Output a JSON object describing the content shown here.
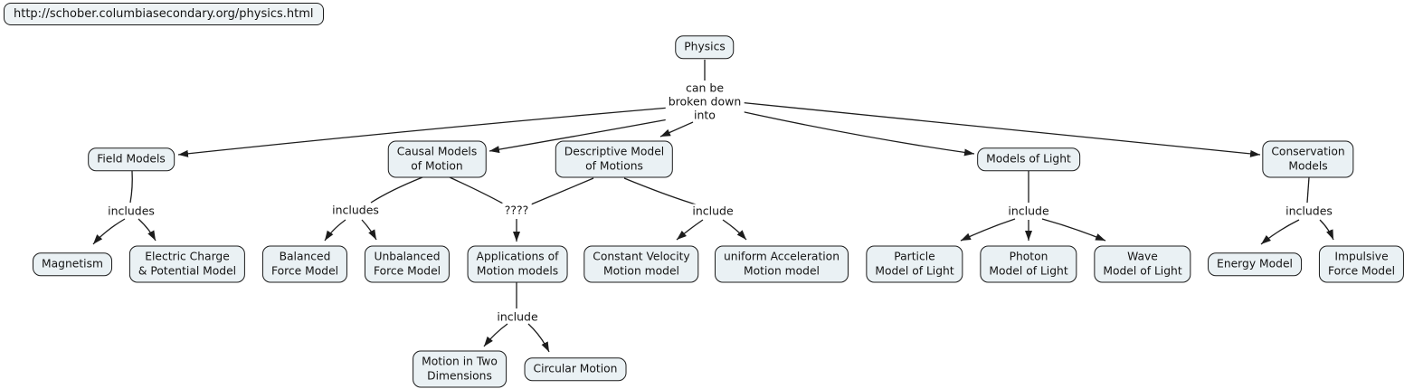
{
  "header": {
    "url_label": "http://schober.columbiasecondary.org/physics.html"
  },
  "concept_map": {
    "root": {
      "label": "Physics"
    },
    "link_labels": {
      "root_link": "can be\nbroken down\ninto",
      "field_includes": "includes",
      "causal_includes": "includes",
      "unknown_link": "????",
      "descriptive_include": "include",
      "applications_include": "include",
      "light_include": "include",
      "conservation_includes": "includes"
    },
    "nodes": {
      "physics": "Physics",
      "field_models": "Field Models",
      "causal_models": "Causal Models\nof Motion",
      "descriptive_model": "Descriptive Model\nof Motions",
      "models_of_light": "Models of Light",
      "conservation_models": "Conservation\nModels",
      "magnetism": "Magnetism",
      "electric_charge": "Electric Charge\n& Potential Model",
      "balanced_force": "Balanced\nForce Model",
      "unbalanced_force": "Unbalanced\nForce Model",
      "applications": "Applications of\nMotion models",
      "constant_velocity": "Constant Velocity\nMotion model",
      "uniform_acceleration": "uniform Acceleration\nMotion model",
      "particle_light": "Particle\nModel of Light",
      "photon_light": "Photon\nModel of Light",
      "wave_light": "Wave\nModel of Light",
      "energy_model": "Energy Model",
      "impulsive_force": "Impulsive\nForce Model",
      "motion_two_dimensions": "Motion in Two\nDimensions",
      "circular_motion": "Circular Motion"
    },
    "relations": [
      {
        "from": [
          "Physics"
        ],
        "label": "can be broken down into",
        "to": [
          "Field Models",
          "Causal Models of Motion",
          "Descriptive Model of Motions",
          "Models of Light",
          "Conservation Models"
        ]
      },
      {
        "from": [
          "Field Models"
        ],
        "label": "includes",
        "to": [
          "Magnetism",
          "Electric Charge & Potential Model"
        ]
      },
      {
        "from": [
          "Causal Models of Motion"
        ],
        "label": "includes",
        "to": [
          "Balanced Force Model",
          "Unbalanced Force Model"
        ]
      },
      {
        "from": [
          "Causal Models of Motion",
          "Descriptive Model of Motions"
        ],
        "label": "????",
        "to": [
          "Applications of Motion models"
        ]
      },
      {
        "from": [
          "Descriptive Model of Motions"
        ],
        "label": "include",
        "to": [
          "Constant Velocity Motion model",
          "uniform Acceleration Motion model"
        ]
      },
      {
        "from": [
          "Applications of Motion models"
        ],
        "label": "include",
        "to": [
          "Motion in Two Dimensions",
          "Circular Motion"
        ]
      },
      {
        "from": [
          "Models of Light"
        ],
        "label": "include",
        "to": [
          "Particle Model of Light",
          "Photon Model of Light",
          "Wave Model of Light"
        ]
      },
      {
        "from": [
          "Conservation Models"
        ],
        "label": "includes",
        "to": [
          "Energy Model",
          "Impulsive Force Model"
        ]
      }
    ],
    "colors": {
      "node_fill": "#eaf1f4",
      "node_border": "#1c1c1c",
      "line": "#1c1c1c",
      "background": "#ffffff"
    }
  }
}
